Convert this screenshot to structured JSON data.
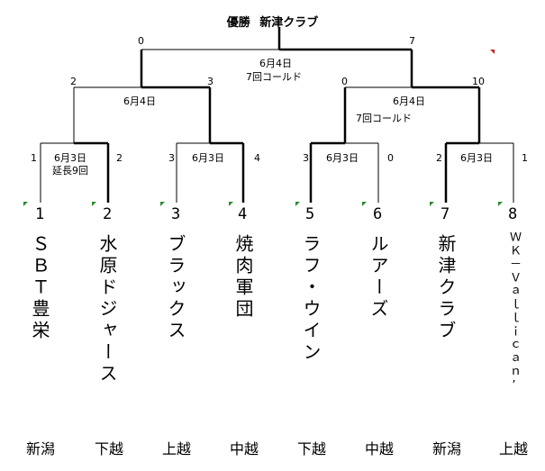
{
  "champion": {
    "label": "優勝",
    "team": "新津クラブ"
  },
  "teams": [
    {
      "seed": "1",
      "name": "ＳＢＴ豊栄",
      "region": "新潟"
    },
    {
      "seed": "2",
      "name": "水原ドジャース",
      "region": "下越"
    },
    {
      "seed": "3",
      "name": "ブラックス",
      "region": "上越"
    },
    {
      "seed": "4",
      "name": "焼肉軍団",
      "region": "中越"
    },
    {
      "seed": "5",
      "name": "ラフ・ウイン",
      "region": "下越"
    },
    {
      "seed": "6",
      "name": "ルアーズ",
      "region": "中越"
    },
    {
      "seed": "7",
      "name": "新津クラブ",
      "region": "新潟"
    },
    {
      "seed": "8",
      "name": "ＷＫ－Ｖａｌｌｉｃａｎ’",
      "region": "上越"
    }
  ],
  "first_round": [
    {
      "left_score": "1",
      "right_score": "2",
      "date": "6月3日",
      "note": "延長9回"
    },
    {
      "left_score": "3",
      "right_score": "4",
      "date": "6月3日",
      "note": ""
    },
    {
      "left_score": "3",
      "right_score": "0",
      "date": "6月3日",
      "note": ""
    },
    {
      "left_score": "2",
      "right_score": "1",
      "date": "6月3日",
      "note": ""
    }
  ],
  "semifinals": [
    {
      "left_score": "2",
      "right_score": "3",
      "date": "6月4日",
      "note": ""
    },
    {
      "left_score": "0",
      "right_score": "10",
      "date": "6月4日",
      "note": "7回コールド"
    }
  ],
  "final": {
    "left_score": "0",
    "right_score": "7",
    "date": "6月4日",
    "note": "7回コールド"
  },
  "colors": {
    "winner_line": "#000000",
    "loser_line": "#000000",
    "marker_green": "#2e8b2e",
    "marker_red": "#cc2222"
  }
}
